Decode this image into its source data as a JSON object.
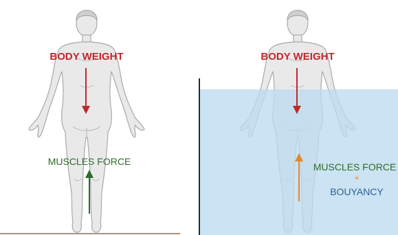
{
  "left_panel": {
    "top_label": "BODY WEIGHT",
    "bottom_label": "MUSCLES FORCE"
  },
  "right_panel": {
    "top_label": "BODY WEIGHT",
    "bottom_label_line1": "MUSCLES FORCE",
    "bottom_label_plus": "+",
    "bottom_label_line2": "BOUYANCY"
  },
  "colors": {
    "weight": "#c0282a",
    "muscle_left": "#2f6b2a",
    "muscle_right": "#2f6b2a",
    "buoyancy_arrow": "#e08a2e",
    "buoyancy_text": "#2d5f94",
    "water": "#bcdbee",
    "floor": "#c98a5a",
    "body_fill": "#e9e9ea",
    "body_stroke": "#a9a9ab"
  }
}
